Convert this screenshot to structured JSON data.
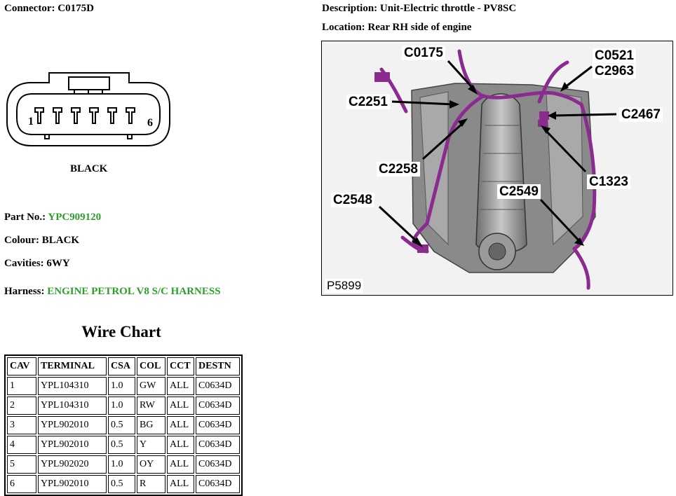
{
  "connector": {
    "label": "Connector:",
    "value": "C0175D"
  },
  "description": {
    "label": "Description:",
    "value": "Unit-Electric throttle - PV8SC"
  },
  "location": {
    "label": "Location:",
    "value": "Rear RH side of engine"
  },
  "connector_drawing": {
    "pin_first": "1",
    "pin_last": "6",
    "colour_caption": "BLACK"
  },
  "part": {
    "label": "Part No.:",
    "value": "YPC909120"
  },
  "colour": {
    "label": "Colour:",
    "value": "BLACK"
  },
  "cavities": {
    "label": "Cavities:",
    "value": "6WY"
  },
  "harness": {
    "label": "Harness:",
    "value": "ENGINE PETROL V8 S/C HARNESS"
  },
  "wire_chart": {
    "title": "Wire Chart",
    "headers": [
      "CAV",
      "TERMINAL",
      "CSA",
      "COL",
      "CCT",
      "DESTN"
    ],
    "rows": [
      [
        "1",
        "YPL104310",
        "1.0",
        "GW",
        "ALL",
        "C0634D"
      ],
      [
        "2",
        "YPL104310",
        "1.0",
        "RW",
        "ALL",
        "C0634D"
      ],
      [
        "3",
        "YPL902010",
        "0.5",
        "BG",
        "ALL",
        "C0634D"
      ],
      [
        "4",
        "YPL902010",
        "0.5",
        "Y",
        "ALL",
        "C0634D"
      ],
      [
        "5",
        "YPL902020",
        "1.0",
        "OY",
        "ALL",
        "C0634D"
      ],
      [
        "6",
        "YPL902010",
        "0.5",
        "R",
        "ALL",
        "C0634D"
      ]
    ]
  },
  "figure": {
    "id": "P5899",
    "callouts": [
      "C0175",
      "C0521",
      "C2963",
      "C2251",
      "C2467",
      "C2258",
      "C1323",
      "C2548",
      "C2549"
    ]
  },
  "colors": {
    "green_text": "#2aa02a",
    "harness_purple": "#8b2a8f"
  }
}
